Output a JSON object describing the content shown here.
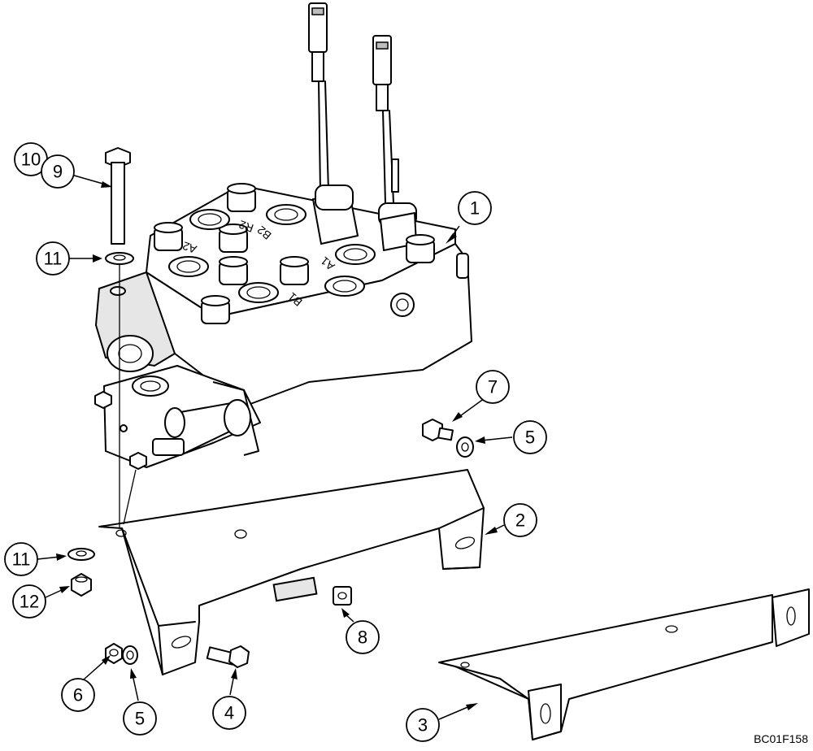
{
  "figure_id": "BC01F158",
  "callouts": [
    {
      "id": "c1",
      "label": "1"
    },
    {
      "id": "c2",
      "label": "2"
    },
    {
      "id": "c3",
      "label": "3"
    },
    {
      "id": "c4",
      "label": "4"
    },
    {
      "id": "c5a",
      "label": "5"
    },
    {
      "id": "c5b",
      "label": "5"
    },
    {
      "id": "c6",
      "label": "6"
    },
    {
      "id": "c7",
      "label": "7"
    },
    {
      "id": "c8",
      "label": "8"
    },
    {
      "id": "c9",
      "label": "9"
    },
    {
      "id": "c10",
      "label": "10"
    },
    {
      "id": "c11a",
      "label": "11"
    },
    {
      "id": "c11b",
      "label": "11"
    },
    {
      "id": "c12",
      "label": "12"
    }
  ],
  "port_markings": [
    "R2",
    "A2",
    "B2",
    "B1",
    "A1"
  ]
}
